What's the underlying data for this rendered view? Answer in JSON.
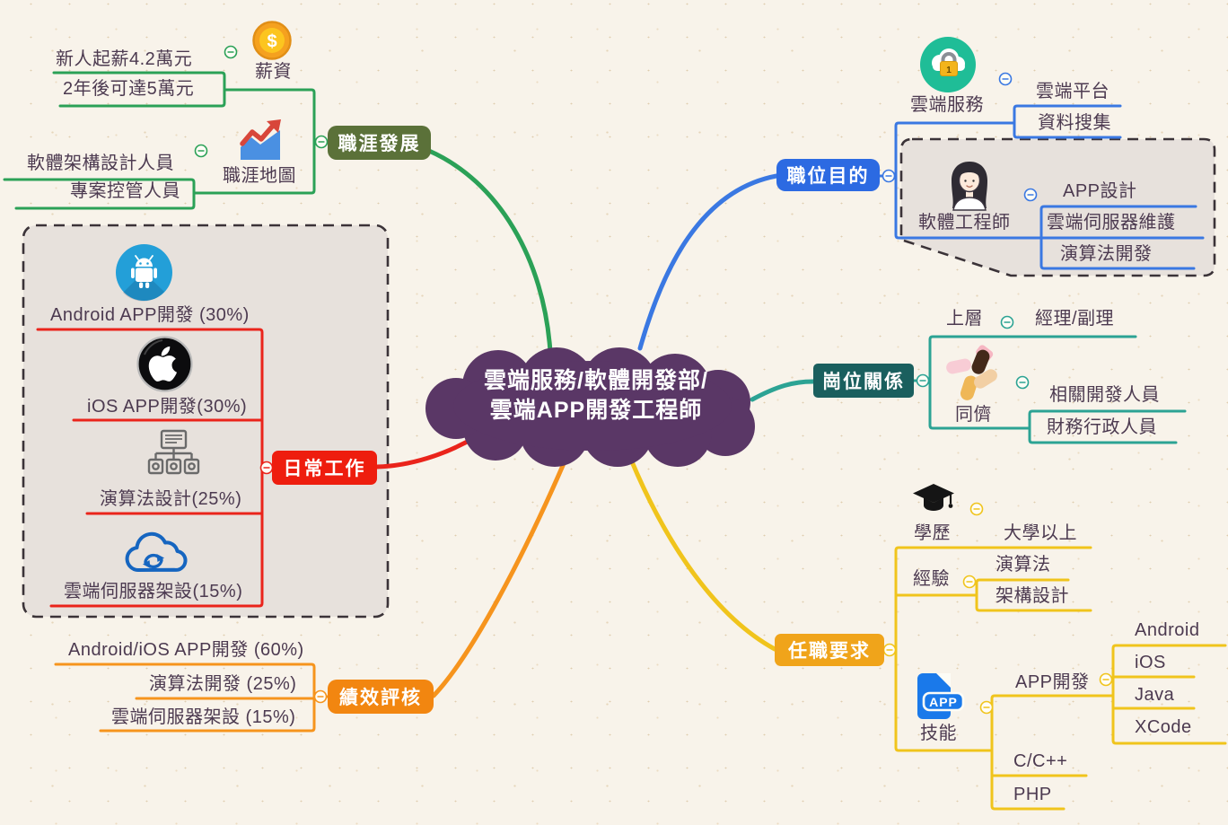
{
  "colors": {
    "background": "#f8f3ea",
    "central_cloud": "#5a3766",
    "label_text": "#4c3a50",
    "career_branch": "#2ba157",
    "career_node": "#5b7139",
    "purpose_branch": "#3a78e2",
    "purpose_node": "#2c6ae2",
    "relations_branch": "#2ca394",
    "relations_node": "#1a5f5e",
    "daily_branch": "#ea241b",
    "daily_node": "#ee1d0e",
    "performance_branch": "#f6941d",
    "performance_node": "#f28610",
    "requirements_branch": "#f0c41c",
    "requirements_node": "#f0a41a"
  },
  "central": {
    "line1": "雲端服務/軟體開發部/",
    "line2": "雲端APP開發工程師"
  },
  "career": {
    "node": "職涯發展",
    "salary": {
      "label": "薪資",
      "icon": "coin-icon",
      "children": [
        "新人起薪4.2萬元",
        "2年後可達5萬元"
      ]
    },
    "map": {
      "label": "職涯地圖",
      "icon": "trend-chart-icon",
      "children": [
        "軟體架構設計人員",
        "專案控管人員"
      ]
    }
  },
  "purpose": {
    "node": "職位目的",
    "cloud_service": {
      "label": "雲端服務",
      "icon": "cloud-lock-icon",
      "children": [
        "雲端平台",
        "資料搜集"
      ]
    },
    "engineer": {
      "label": "軟體工程師",
      "icon": "engineer-avatar-icon",
      "children": [
        "APP設計",
        "雲端伺服器維護",
        "演算法開發"
      ]
    }
  },
  "relations": {
    "node": "崗位關係",
    "upper": {
      "label": "上層",
      "children": [
        "經理/副理"
      ]
    },
    "peers": {
      "label": "同儕",
      "icon": "hands-together-icon",
      "children": [
        "相關開發人員",
        "財務行政人員"
      ]
    }
  },
  "daily": {
    "node": "日常工作",
    "items": [
      "Android APP開發 (30%)",
      "iOS APP開發(30%)",
      "演算法設計(25%)",
      "雲端伺服器架設(15%)"
    ],
    "item_icons": [
      "android-icon",
      "apple-icon",
      "flowchart-icon",
      "cloud-sync-icon"
    ]
  },
  "performance": {
    "node": "績效評核",
    "items": [
      "Android/iOS APP開發 (60%)",
      "演算法開發 (25%)",
      "雲端伺服器架設 (15%)"
    ]
  },
  "requirements": {
    "node": "任職要求",
    "education": {
      "label": "學歷",
      "icon": "graduation-cap-icon",
      "children": [
        "大學以上"
      ]
    },
    "experience": {
      "label": "經驗",
      "children": [
        "演算法",
        "架構設計"
      ]
    },
    "skills": {
      "label": "技能",
      "icon": "app-file-icon",
      "app_dev": {
        "label": "APP開發",
        "children": [
          "Android",
          "iOS",
          "Java",
          "XCode"
        ]
      },
      "others": [
        "C/C++",
        "PHP"
      ]
    }
  },
  "icon_text": {
    "coin": "$",
    "lock_badge": "1",
    "app_badge": "APP"
  }
}
